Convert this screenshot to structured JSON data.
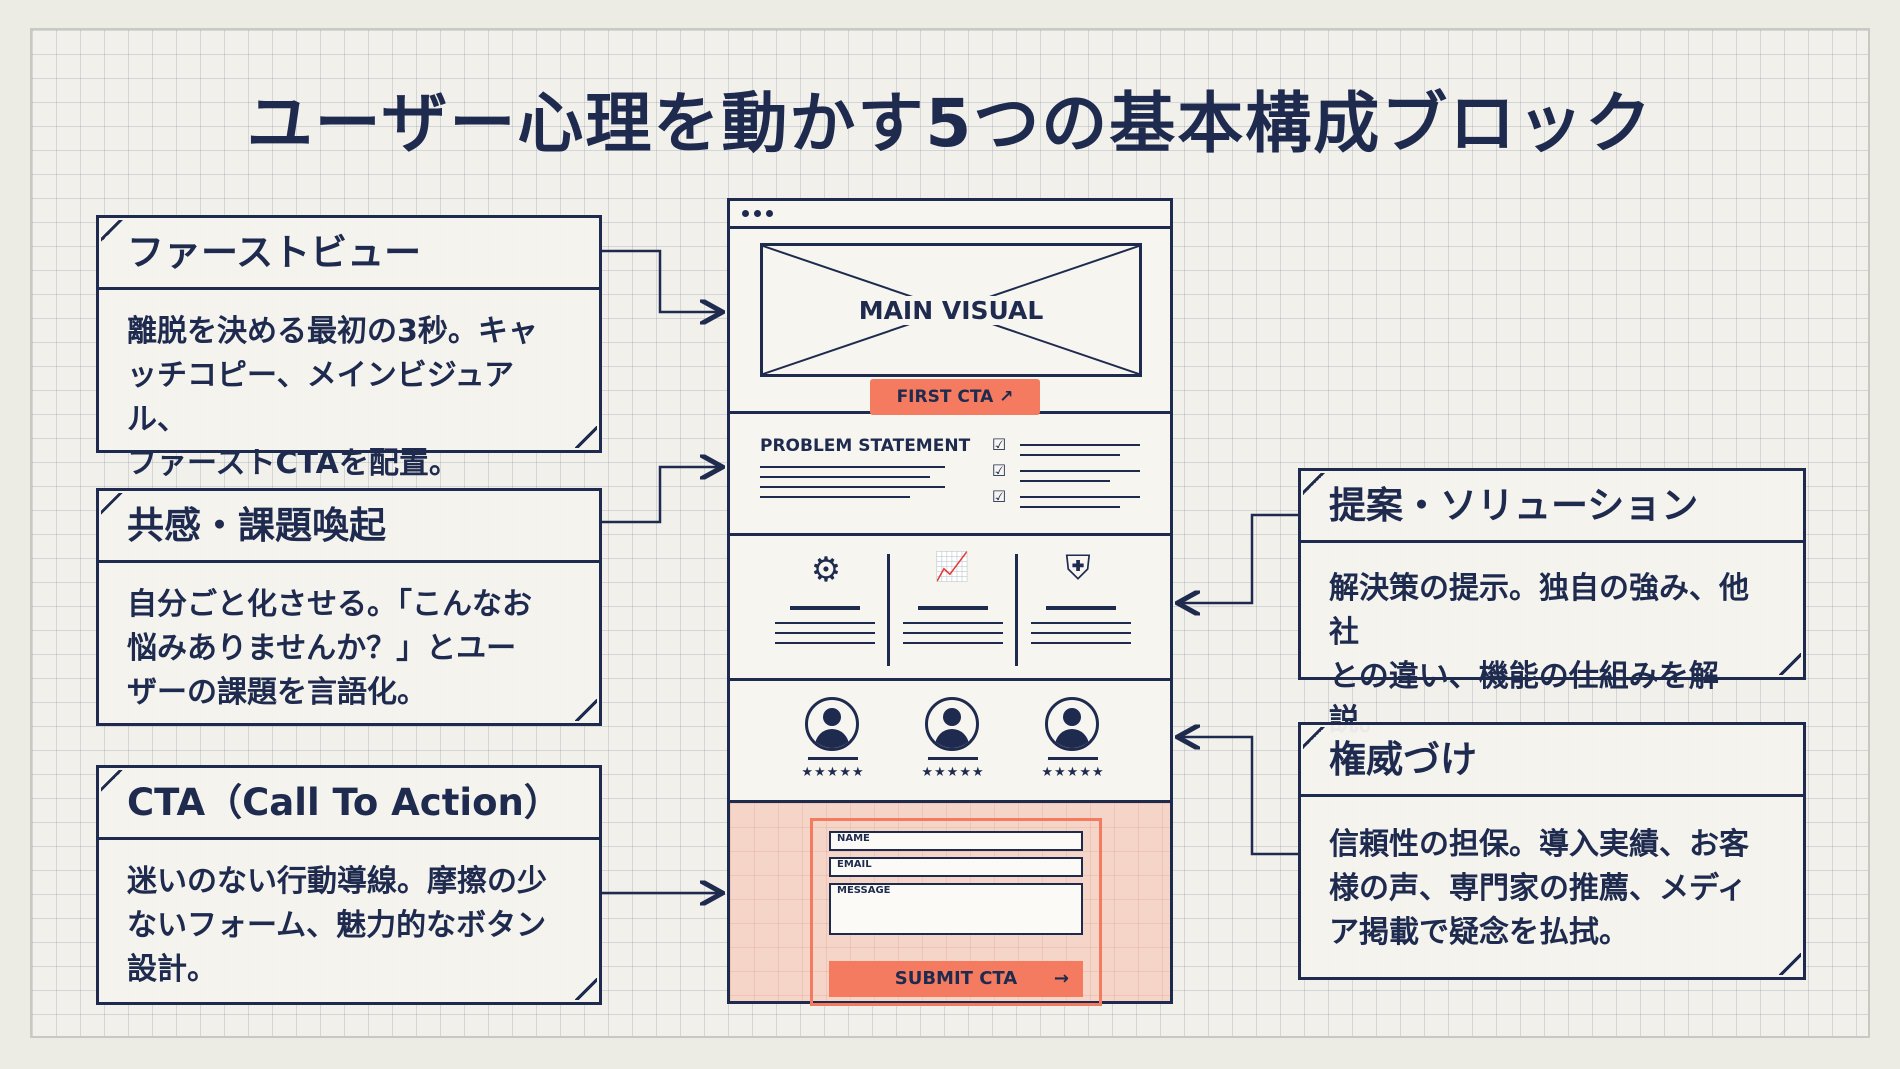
{
  "title": "ユーザー心理を動かす5つの基本構成ブロック",
  "callouts": {
    "first_view": {
      "heading": "ファーストビュー",
      "lines": [
        "離脱を決める最初の3秒。キャ",
        "ッチコピー、メインビジュアル、",
        "ファーストCTAを配置。"
      ]
    },
    "empathy": {
      "heading": "共感・課題喚起",
      "lines": [
        "自分ごと化させる。「こんなお",
        "悩みありませんか？」とユー",
        "ザーの課題を言語化。"
      ]
    },
    "cta": {
      "heading": "CTA（Call To Action）",
      "lines": [
        "迷いのない行動導線。摩擦の少",
        "ないフォーム、魅力的なボタン",
        "設計。"
      ]
    },
    "solution": {
      "heading": "提案・ソリューション",
      "lines": [
        "解決策の提示。独自の強み、他社",
        "との違い、機能の仕組みを解説。"
      ]
    },
    "authority": {
      "heading": "権威づけ",
      "lines": [
        "信頼性の担保。導入実績、お客",
        "様の声、専門家の推薦、メディ",
        "ア掲載で疑念を払拭。"
      ]
    }
  },
  "wireframe": {
    "main_visual": "MAIN VISUAL",
    "first_cta": "FIRST CTA ↗",
    "problem_statement": "PROBLEM STATEMENT",
    "checkmark": "☑",
    "stars": "★★★★★",
    "form": {
      "name_label": "NAME",
      "email_label": "EMAIL",
      "message_label": "MESSAGE",
      "submit": "SUBMIT CTA",
      "submit_arrow": "→"
    },
    "icons": {
      "gear": "⚙",
      "chart": "📈",
      "shield": "⛨"
    }
  },
  "colors": {
    "navy": "#1e2a4e",
    "accent": "#f47b5f",
    "cta_bg": "#f6d5c9",
    "paper": "#f1f0ea"
  }
}
